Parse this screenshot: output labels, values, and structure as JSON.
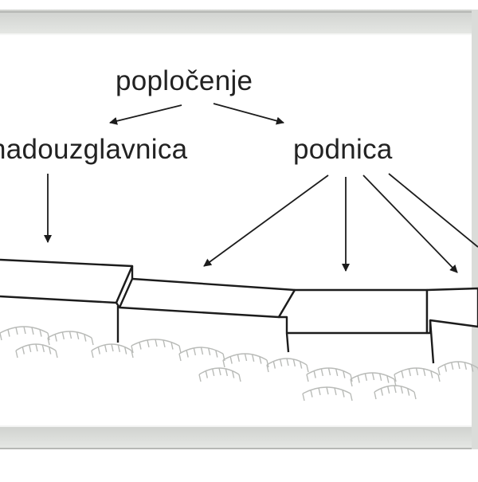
{
  "diagram": {
    "labels": {
      "paving": "popločenje",
      "sleeper": "nadouzglavnica",
      "floor": "podnica"
    },
    "colors": {
      "outer_bezel": "#d2d4d1",
      "bezel_inner": "#eceeeb",
      "panel": "#ffffff",
      "line": "#1c1c1c",
      "ground": "#b9bbb8"
    }
  }
}
